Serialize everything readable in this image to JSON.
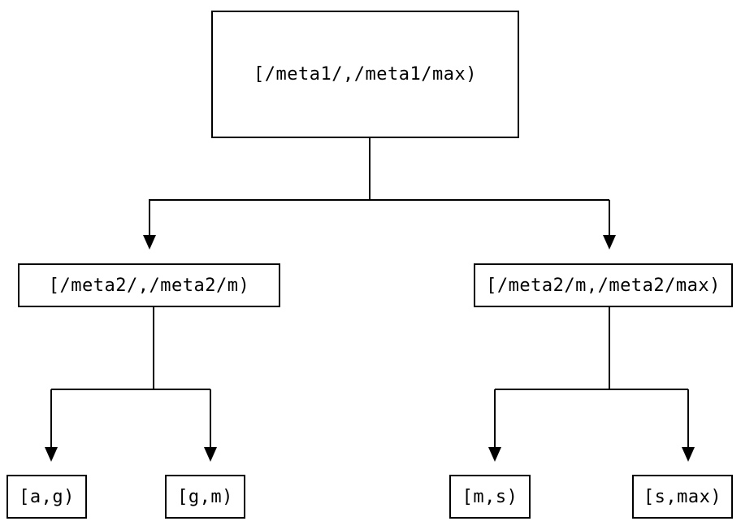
{
  "diagram": {
    "nodes": {
      "root": {
        "label": "[/meta1/,/meta1/max)"
      },
      "left": {
        "label": "[/meta2/,/meta2/m)"
      },
      "right": {
        "label": "[/meta2/m,/meta2/max)"
      },
      "leaf_ag": {
        "label": "[a,g)"
      },
      "leaf_gm": {
        "label": "[g,m)"
      },
      "leaf_ms": {
        "label": "[m,s)"
      },
      "leaf_smax": {
        "label": "[s,max)"
      }
    },
    "colors": {
      "line": "#000000",
      "text": "#000000",
      "box_border": "#000000",
      "background": "#ffffff"
    }
  }
}
